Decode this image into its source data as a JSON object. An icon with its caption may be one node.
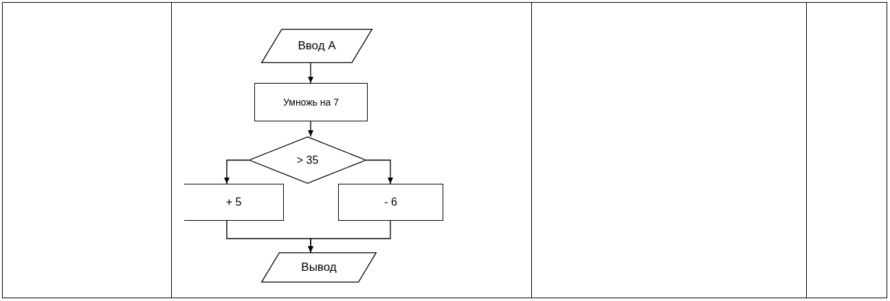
{
  "diagram": {
    "nodes": [
      {
        "text": [
          "Ввод А"
        ]
      },
      {
        "text": [
          "Умножь  на 7"
        ]
      },
      {
        "text": [
          "> 35"
        ]
      },
      {
        "text": [
          "+ 5"
        ]
      },
      {
        "text": [
          "- 6"
        ]
      },
      {
        "text": [
          "Вывод"
        ]
      }
    ],
    "edges": [
      {
        "from": 0,
        "to": 1,
        "arrow": "to"
      },
      {
        "from": 1,
        "to": 2,
        "arrow": "to"
      },
      {
        "from": 2,
        "to": 3,
        "arrow": "to"
      },
      {
        "from": 2,
        "to": 4,
        "arrow": "to"
      },
      {
        "from": 3,
        "to": 5,
        "arrow": "to"
      },
      {
        "from": 4,
        "to": 5,
        "arrow": "to"
      }
    ]
  }
}
